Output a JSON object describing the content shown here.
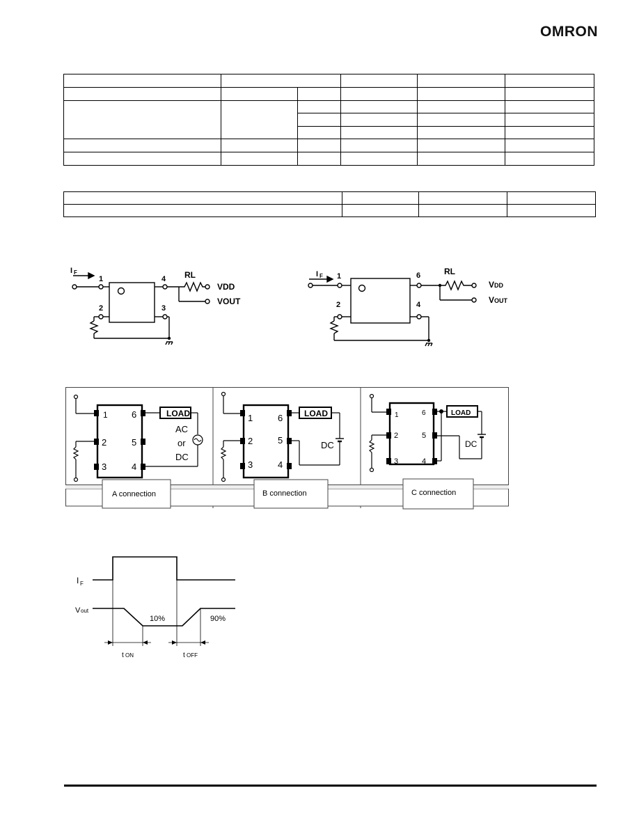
{
  "header": {
    "logo_text": "OMRON"
  },
  "test_circuit_1": {
    "if_label": "I",
    "if_sub": "F",
    "pins": [
      "1",
      "2",
      "3",
      "4"
    ],
    "rl_label": "RL",
    "vdd_label": "VDD",
    "vout_label": "VOUT"
  },
  "test_circuit_2": {
    "if_label": "I",
    "if_sub": "F",
    "pins": [
      "1",
      "2",
      "4",
      "6"
    ],
    "rl_label": "RL",
    "vdd_main": "V",
    "vdd_sub": "DD",
    "vout_main": "V",
    "vout_sub": "OUT"
  },
  "connections": {
    "panel_a": {
      "pins": [
        "1",
        "2",
        "3",
        "4",
        "5",
        "6"
      ],
      "load": "LOAD",
      "source_lines": [
        "AC",
        "or",
        "DC"
      ],
      "caption": "A connection"
    },
    "panel_b": {
      "pins": [
        "1",
        "2",
        "3",
        "4",
        "5",
        "6"
      ],
      "load": "LOAD",
      "source": "DC",
      "caption": "B connection"
    },
    "panel_c": {
      "pins": [
        "1",
        "2",
        "3",
        "4",
        "5",
        "6"
      ],
      "load": "LOAD",
      "source": "DC",
      "caption": "C connection"
    }
  },
  "timing": {
    "if_main": "I",
    "if_sub": "F",
    "vout_main": "V",
    "vout_sub": "out",
    "pct_low": "10%",
    "pct_high": "90%",
    "ton_main": "t",
    "ton_sub": "ON",
    "toff_main": "t",
    "toff_sub": "OFF"
  }
}
